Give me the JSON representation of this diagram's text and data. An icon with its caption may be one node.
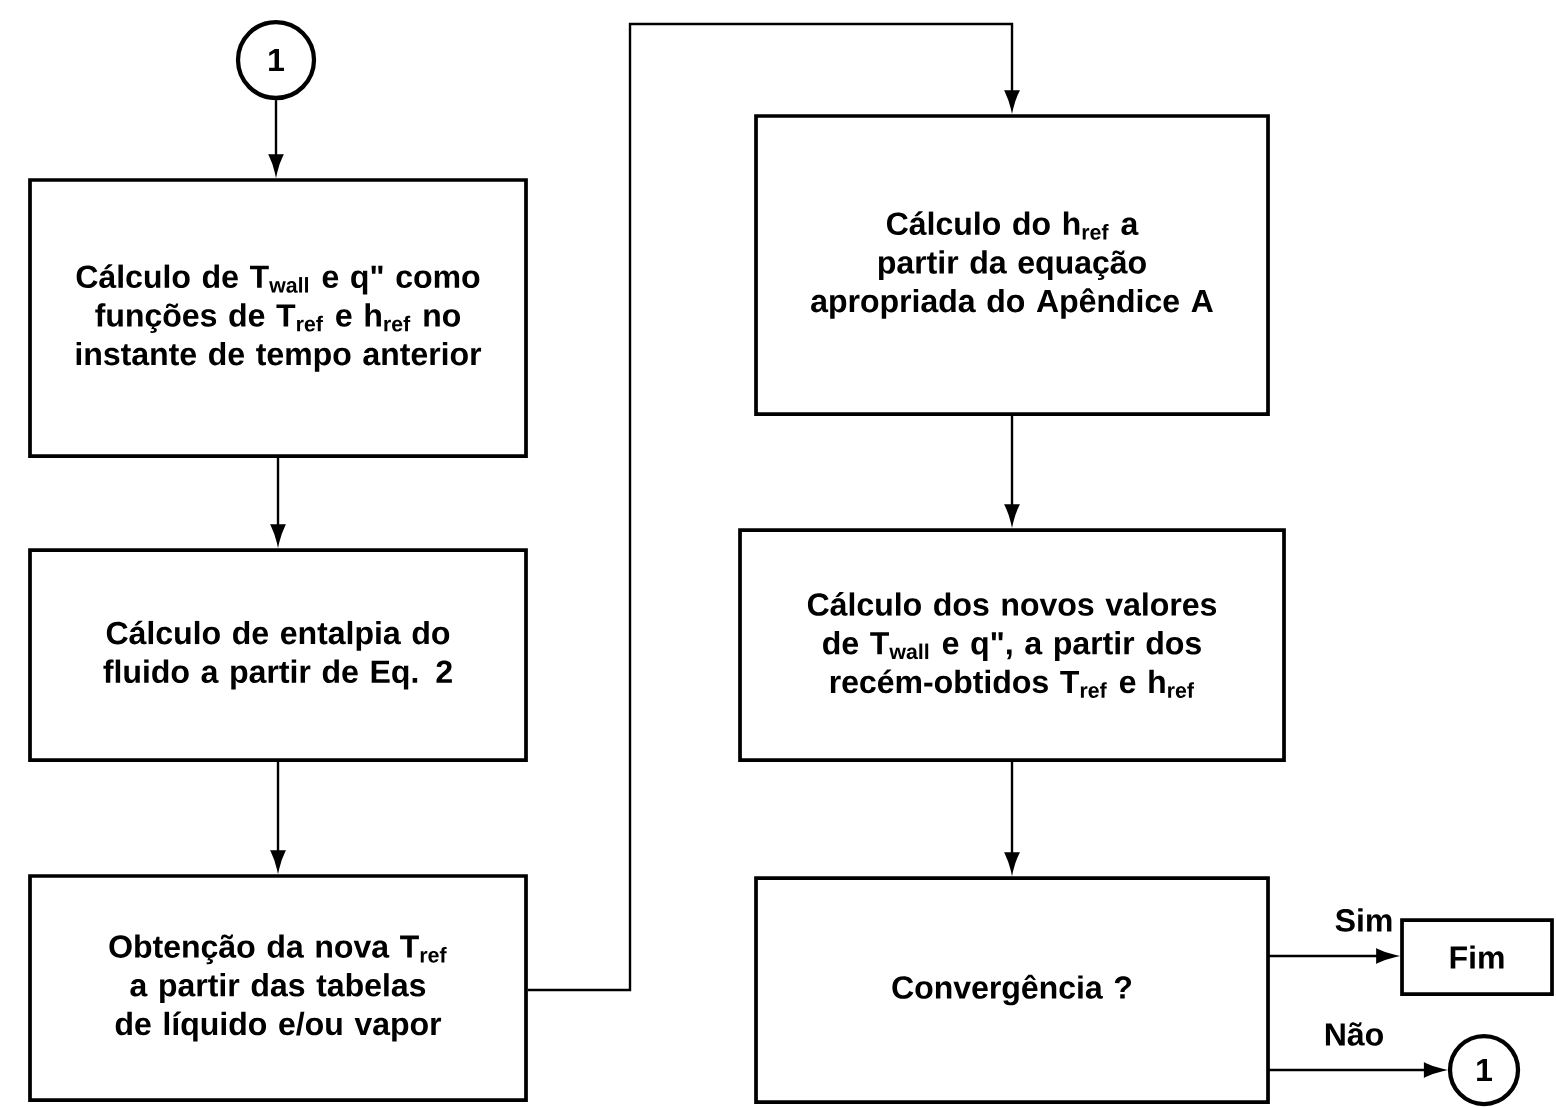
{
  "diagram": {
    "nodes": [
      {
        "text": [
          "1"
        ]
      },
      {
        "text": [
          "Cálculo de T$_{wall}$ e q\" como funções de T$_{ref}$ e h$_{ref}$ no instante de tempo anterior"
        ]
      },
      {
        "text": [
          "Cálculo de entalpia do fluido a partir de Eq. 2"
        ]
      },
      {
        "text": [
          "Obtenção da nova T$_{ref}$ a partir das tabelas de líquido e/ou vapor"
        ]
      },
      {
        "text": [
          "Cálculo do h$_{ref}$ a partir da equação apropriada do Apêndice A"
        ]
      },
      {
        "text": [
          "Cálculo dos novos valores de T$_{wall}$ e q\", a partir dos recém-obtidos T$_{ref}$ e h$_{ref}$"
        ]
      },
      {
        "text": [
          "Convergência ?"
        ]
      },
      {
        "text": [
          "Fim"
        ]
      },
      {
        "text": [
          "1"
        ]
      }
    ],
    "edges": [
      {
        "from": 0,
        "to": 1,
        "arrow": "to"
      },
      {
        "from": 1,
        "to": 2,
        "arrow": "to"
      },
      {
        "from": 2,
        "to": 3,
        "arrow": "to"
      },
      {
        "from": 3,
        "to": 4,
        "arrow": "to"
      },
      {
        "from": 4,
        "to": 5,
        "arrow": "to"
      },
      {
        "from": 5,
        "to": 6,
        "arrow": "to"
      },
      {
        "from": 6,
        "to": 7,
        "arrow": "to",
        "label": "Sim"
      },
      {
        "from": 6,
        "to": 8,
        "arrow": "to",
        "label": "Não"
      }
    ]
  }
}
